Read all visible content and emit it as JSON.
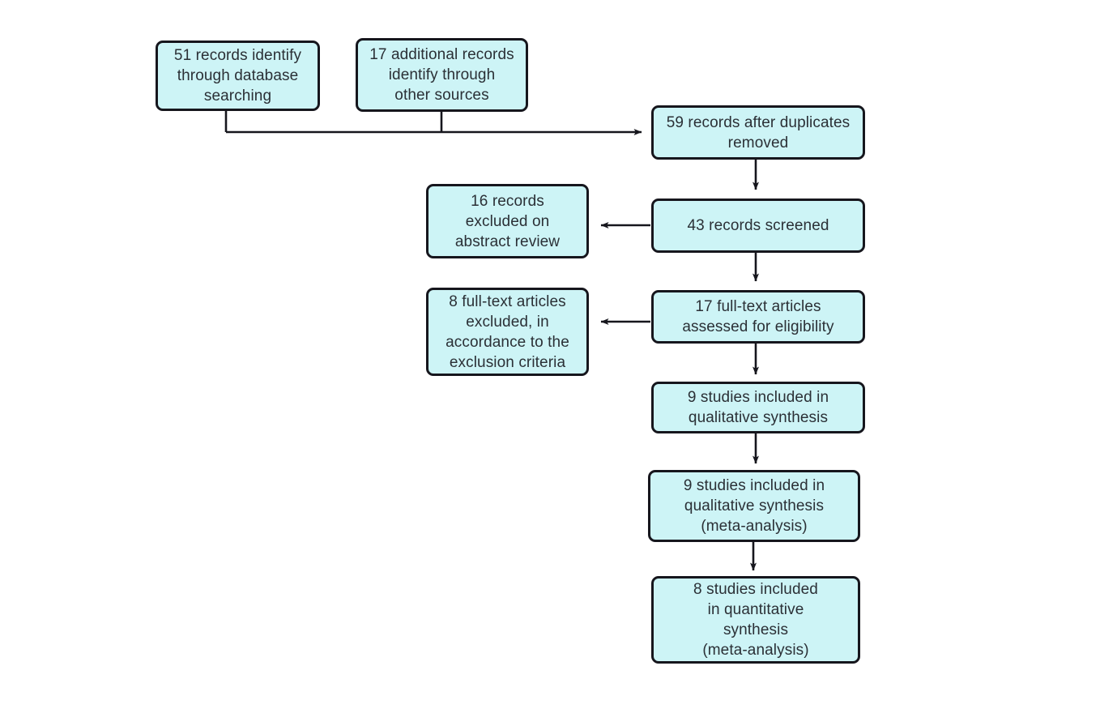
{
  "diagram": {
    "title": "PRISMA study selection flow diagram",
    "background_color": "#ffffff",
    "node_fill_color": "#cdf4f6",
    "node_border_color": "#16161d",
    "text_color": "#2b3036",
    "edge_color": "#16161d"
  },
  "nodes": {
    "records_database": "51 records identify\nthrough database\nsearching",
    "records_other_sources": "17 additional  records\nidentify through\nother sources",
    "duplicates_removed": "59 records after duplicates\nremoved",
    "records_screened": "43 records screened",
    "records_excluded_abstract": "16 records\nexcluded on\nabstract review",
    "fulltext_assessed": "17 full-text articles\nassessed for eligibility",
    "fulltext_excluded": "8 full-text articles\nexcluded, in\naccordance to the\nexclusion criteria",
    "qualitative_synthesis": "9 studies included in\nqualitative synthesis",
    "qualitative_meta": "9 studies included in\nqualitative synthesis\n(meta-analysis)",
    "quantitative_meta": "8 studies included\nin quantitative\nsynthesis\n(meta-analysis)"
  }
}
